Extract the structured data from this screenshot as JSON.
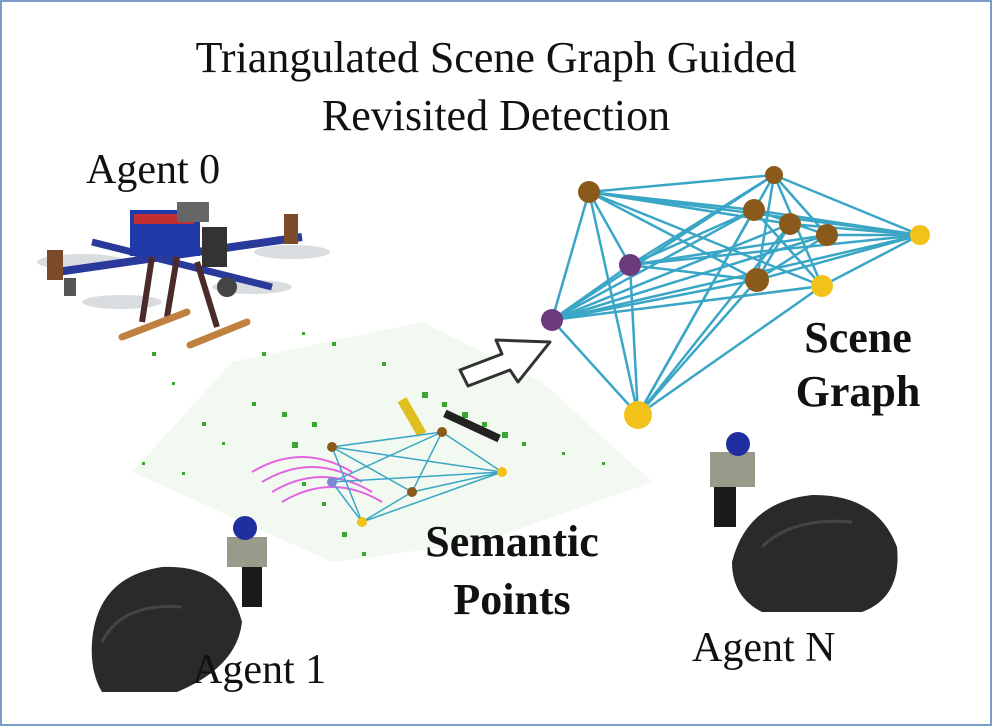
{
  "title": {
    "line1": "Triangulated Scene Graph Guided",
    "line2": "Revisited Detection"
  },
  "labels": {
    "agent_0": "Agent 0",
    "agent_1": "Agent 1",
    "agent_n": "Agent N",
    "scene_graph_line1": "Scene",
    "scene_graph_line2": "Graph",
    "semantic_line1": "Semantic",
    "semantic_line2": "Points"
  },
  "colors": {
    "border": "#7a9cc6",
    "edge": "#3aa6c6",
    "node_gold": "#f2c21b",
    "node_brown": "#8a5a1a",
    "node_purple": "#6a3a7a",
    "points_green": "#3aa630",
    "points_magenta": "#e040e0",
    "helmet": "#2a2a2a"
  },
  "icons": [
    "drone-icon",
    "helmet-icon",
    "helmet-icon",
    "arrow-right-icon"
  ]
}
